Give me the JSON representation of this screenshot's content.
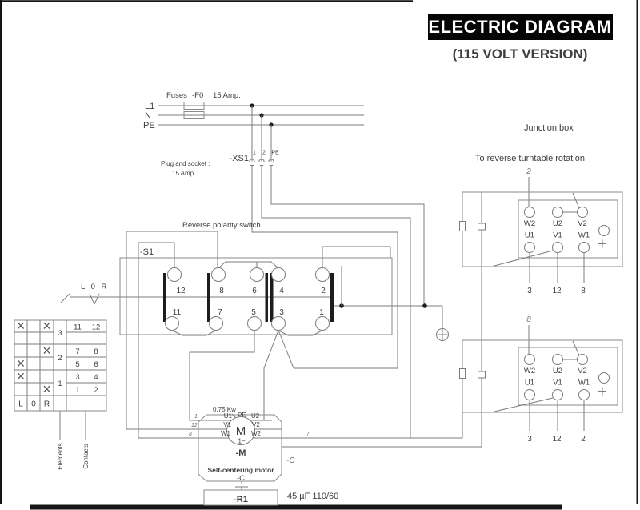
{
  "title_block": {
    "title": "ELECTRIC DIAGRAM",
    "subtitle": "(115 VOLT VERSION)"
  },
  "supply": {
    "fuses_label": "Fuses",
    "fuse_ref": "-F0",
    "fuse_rating": "15 Amp.",
    "line_l1": "L1",
    "line_n": "N",
    "line_pe": "PE",
    "socket_ref": "-XS1",
    "pin_1": "1",
    "pin_2": "2",
    "pin_pe": "PE",
    "plug_line1": "Plug and socket :",
    "plug_line2": "15 Amp."
  },
  "selector": {
    "positions": "L 0 R"
  },
  "polarity_switch": {
    "caption": "Reverse polarity switch",
    "ref": "-S1",
    "top_contacts": [
      "12",
      "8",
      "6",
      "4",
      "2"
    ],
    "bottom_contacts": [
      "11",
      "7",
      "5",
      "3",
      "1"
    ]
  },
  "contact_table": {
    "rows": [
      {
        "l": "×",
        "o": "",
        "r": "×",
        "c1": "11",
        "c2": "12"
      },
      {
        "l": "",
        "o": "",
        "r": "",
        "c1": "",
        "c2": ""
      },
      {
        "l": "",
        "o": "",
        "r": "×",
        "c1": "7",
        "c2": "8"
      },
      {
        "l": "×",
        "o": "",
        "r": "",
        "c1": "5",
        "c2": "6"
      },
      {
        "l": "×",
        "o": "",
        "r": "",
        "c1": "3",
        "c2": "4"
      },
      {
        "l": "",
        "o": "",
        "r": "×",
        "c1": "1",
        "c2": "2"
      }
    ],
    "elements": [
      "3",
      "2",
      "1"
    ],
    "footer": [
      "L",
      "0",
      "R"
    ],
    "elements_label": "Elements",
    "contacts_label": "Contacts"
  },
  "motor": {
    "power": "0.75 Kw",
    "pe_label": "PE",
    "symbol": "M",
    "phase": "1~",
    "t_u1": "U1",
    "t_v1": "V1",
    "t_w1": "W1",
    "t_u2": "U2",
    "t_v2": "V2",
    "t_w2": "W2",
    "ref": "-M",
    "name": "Self-centering motor",
    "cap_ref": "-C",
    "res_ref": "-R1",
    "wire_1": "1",
    "wire_12": "12",
    "wire_8": "8",
    "wire_7": "7",
    "cap_label": "-C",
    "cap_value": "45 µF 110/60"
  },
  "junction": {
    "heading": "Junction box",
    "note": "To reverse turntable rotation",
    "box_top": {
      "in_wire": "2",
      "w2": "W2",
      "u2": "U2",
      "v2": "V2",
      "u1": "U1",
      "v1": "V1",
      "w1": "W1",
      "n1": "3",
      "n2": "12",
      "n3": "8"
    },
    "box_bottom": {
      "in_wire": "8",
      "w2": "W2",
      "u2": "U2",
      "v2": "V2",
      "u1": "U1",
      "v1": "V1",
      "w1": "W1",
      "n1": "3",
      "n2": "12",
      "n3": "2"
    }
  }
}
